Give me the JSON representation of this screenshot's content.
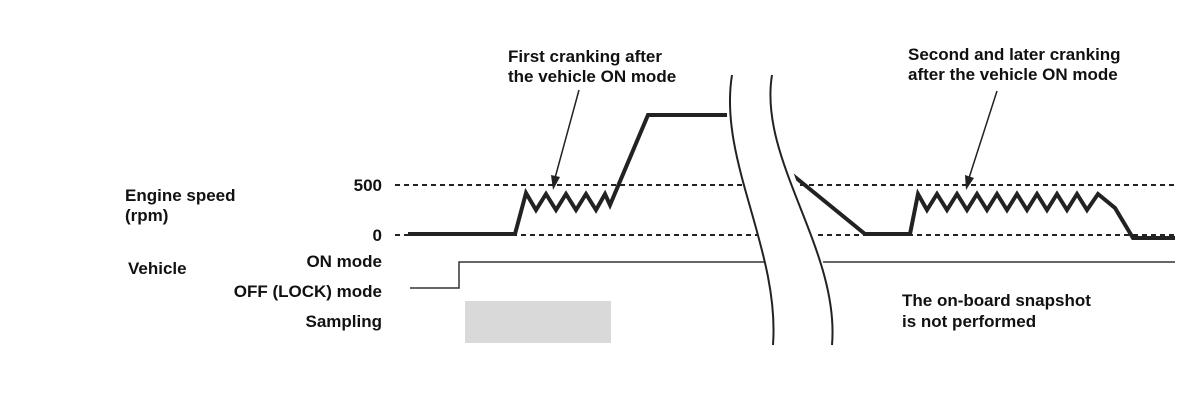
{
  "axis": {
    "title_line1": "Engine speed",
    "title_line2": "(rpm)",
    "tick_500": "500",
    "tick_0": "0"
  },
  "vehicle": {
    "label": "Vehicle",
    "on_mode": "ON mode",
    "off_mode": "OFF (LOCK) mode"
  },
  "sampling": {
    "label": "Sampling"
  },
  "annotations": {
    "first_line1": "First cranking after",
    "first_line2": "the vehicle ON mode",
    "second_line1": "Second and later cranking",
    "second_line2": "after the vehicle ON mode",
    "snapshot_line1": "The on-board snapshot",
    "snapshot_line2": "is not performed"
  },
  "colors": {
    "line": "#222222",
    "sampling_fill": "#d9d9d9"
  }
}
